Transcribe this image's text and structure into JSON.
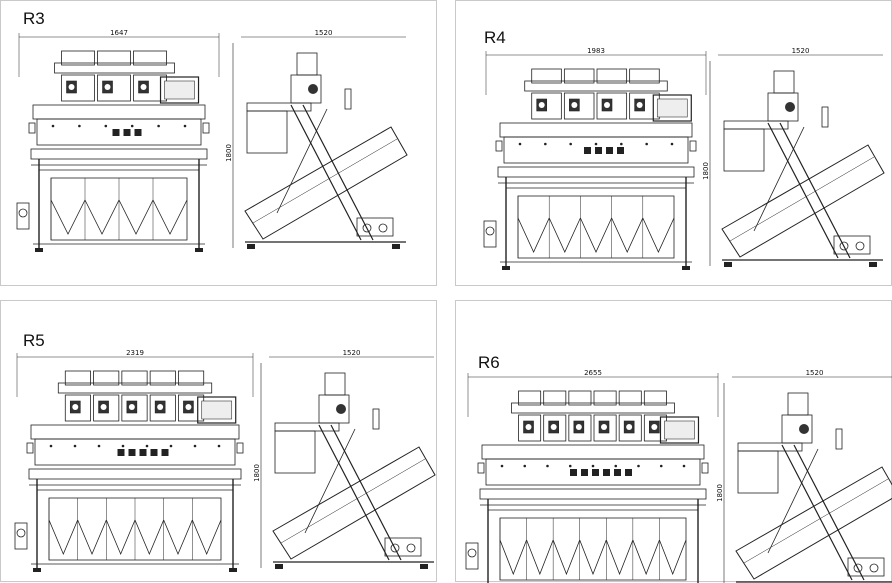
{
  "panels": [
    {
      "id": "r3",
      "model": "R3",
      "width_dim": "1647",
      "depth_dim": "1520",
      "height_dim": "1800",
      "channels": 3
    },
    {
      "id": "r4",
      "model": "R4",
      "width_dim": "1983",
      "depth_dim": "1520",
      "height_dim": "1800",
      "channels": 4
    },
    {
      "id": "r5",
      "model": "R5",
      "width_dim": "2319",
      "depth_dim": "1520",
      "height_dim": "1800",
      "channels": 5
    },
    {
      "id": "r6",
      "model": "R6",
      "width_dim": "2655",
      "depth_dim": "1520",
      "height_dim": "1800",
      "channels": 6
    }
  ]
}
